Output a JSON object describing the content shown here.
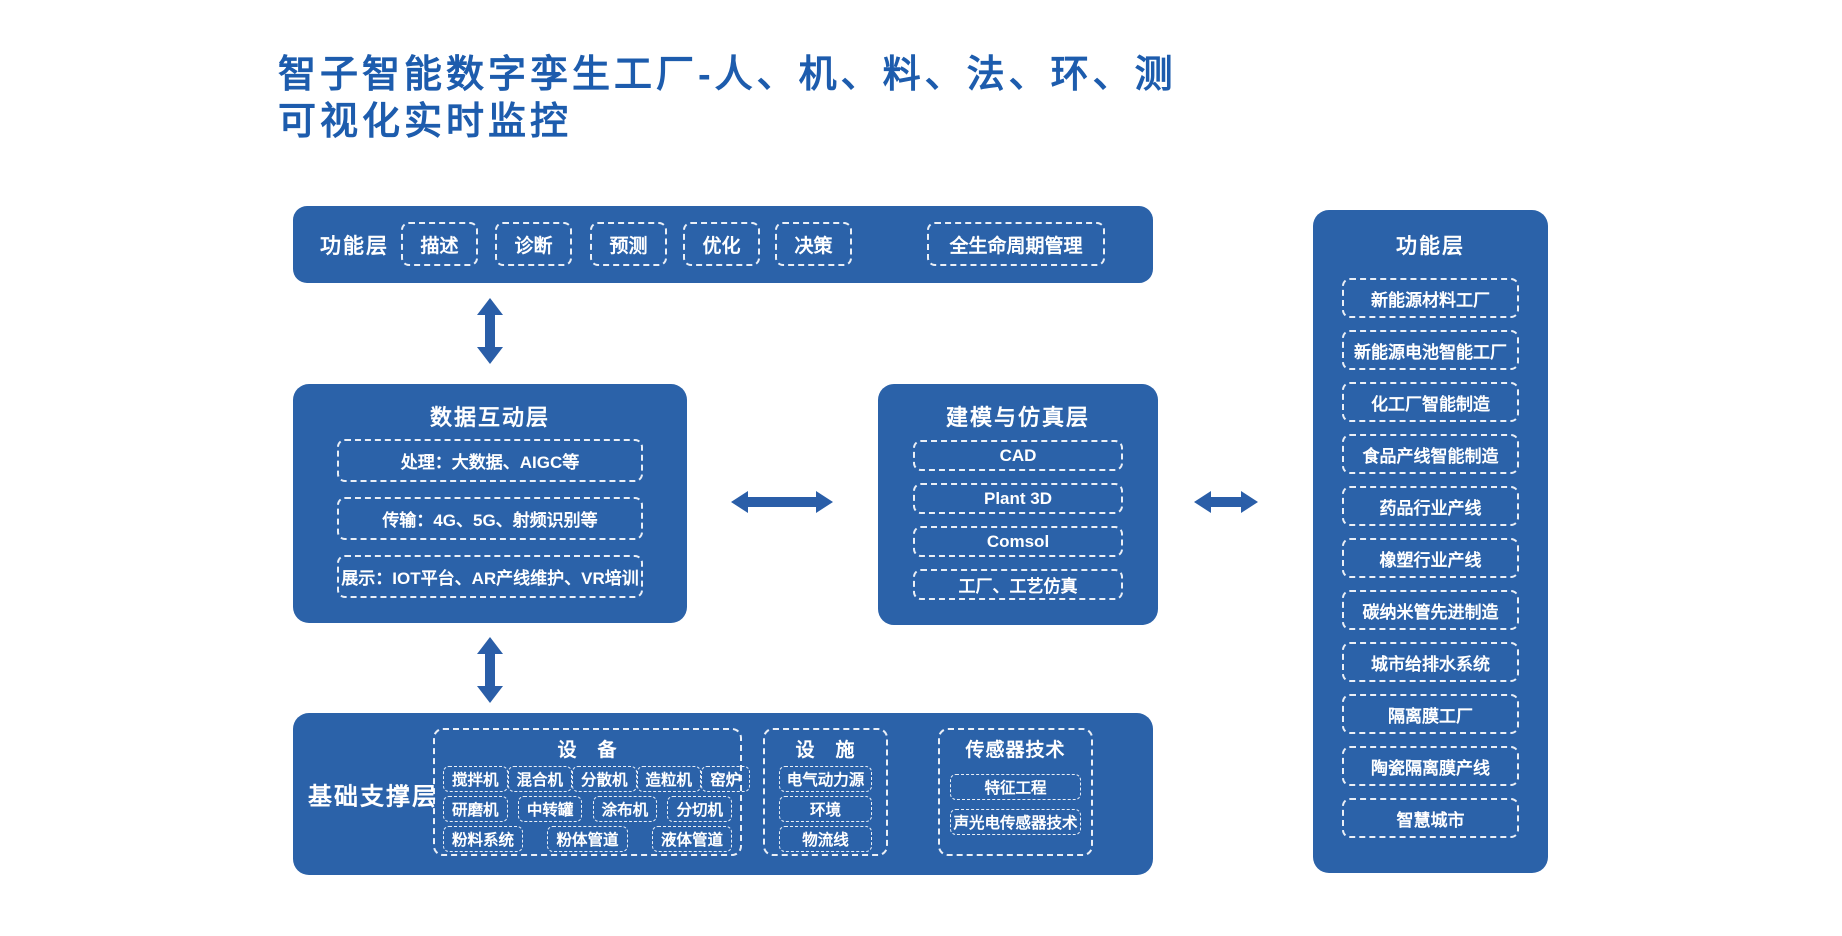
{
  "title": {
    "line1": "智子智能数字孪生工厂-人、机、料、法、环、测",
    "line2": "可视化实时监控"
  },
  "colors": {
    "primary": "#2b62a9",
    "arrow": "#2a5ea8",
    "title_text": "#1d5cad"
  },
  "function_bar": {
    "label": "功能层",
    "items": [
      "描述",
      "诊断",
      "预测",
      "优化",
      "决策"
    ],
    "wide_item": "全生命周期管理"
  },
  "data_layer": {
    "title": "数据互动层",
    "items": [
      "处理：大数据、AIGC等",
      "传输：4G、5G、射频识别等",
      "展示：IOT平台、AR产线维护、VR培训"
    ]
  },
  "modeling_layer": {
    "title": "建模与仿真层",
    "items": [
      "CAD",
      "Plant 3D",
      "Comsol",
      "工厂、工艺仿真"
    ]
  },
  "application_layer": {
    "title": "功能层",
    "items": [
      "新能源材料工厂",
      "新能源电池智能工厂",
      "化工厂智能制造",
      "食品产线智能制造",
      "药品行业产线",
      "橡塑行业产线",
      "碳纳米管先进制造",
      "城市给排水系统",
      "隔离膜工厂",
      "陶瓷隔离膜产线",
      "智慧城市"
    ]
  },
  "foundation_layer": {
    "label": "基础支撑层",
    "equipment": {
      "title": "设　备",
      "rows": [
        [
          "搅拌机",
          "混合机",
          "分散机",
          "造粒机",
          "窑炉"
        ],
        [
          "研磨机",
          "中转罐",
          "涂布机",
          "分切机"
        ],
        [
          "粉料系统",
          "粉体管道",
          "液体管道"
        ]
      ]
    },
    "facility": {
      "title": "设　施",
      "items": [
        "电气动力源",
        "环境",
        "物流线"
      ]
    },
    "sensor": {
      "title": "传感器技术",
      "items": [
        "特征工程",
        "声光电传感器技术"
      ]
    }
  }
}
